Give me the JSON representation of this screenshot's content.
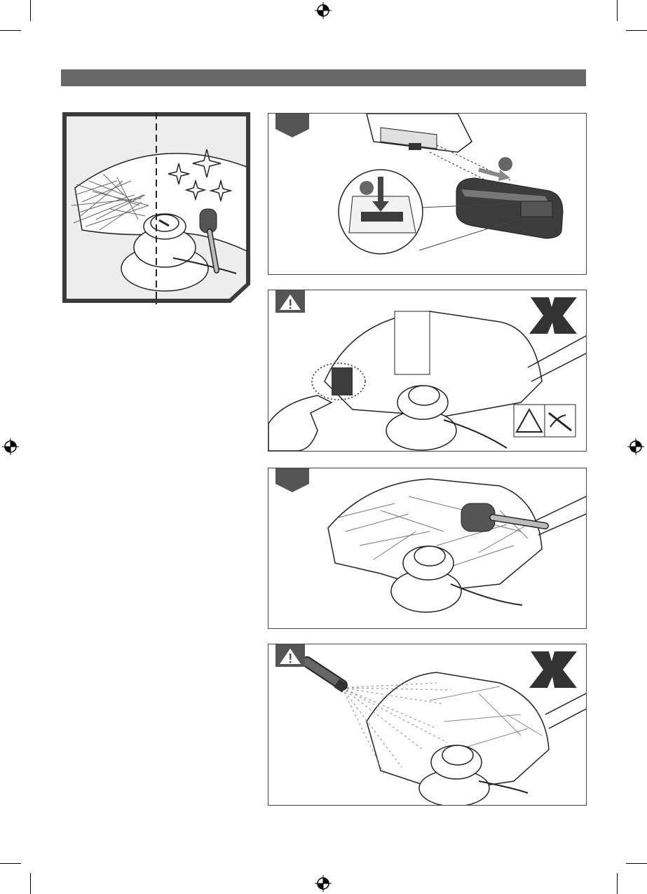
{
  "header": {
    "bar_color": "#676767"
  },
  "icons": {
    "step_marker": "step-pentagon-icon",
    "warning": "warning-triangle-icon",
    "forbidden": "x-mark-icon",
    "registration": "registration-mark-icon"
  },
  "panels": [
    {
      "id": "intro",
      "badge": "none"
    },
    {
      "id": "remove-battery",
      "badge": "step",
      "callouts": 2
    },
    {
      "id": "no-finger-near-blade",
      "badge": "warning",
      "forbidden": true
    },
    {
      "id": "brush-clean-guard",
      "badge": "step"
    },
    {
      "id": "no-water-spray",
      "badge": "warning",
      "forbidden": true
    }
  ],
  "colors": {
    "dark_fill": "#3c3c3c",
    "line": "#222222",
    "grey": "#bfbfbf"
  }
}
